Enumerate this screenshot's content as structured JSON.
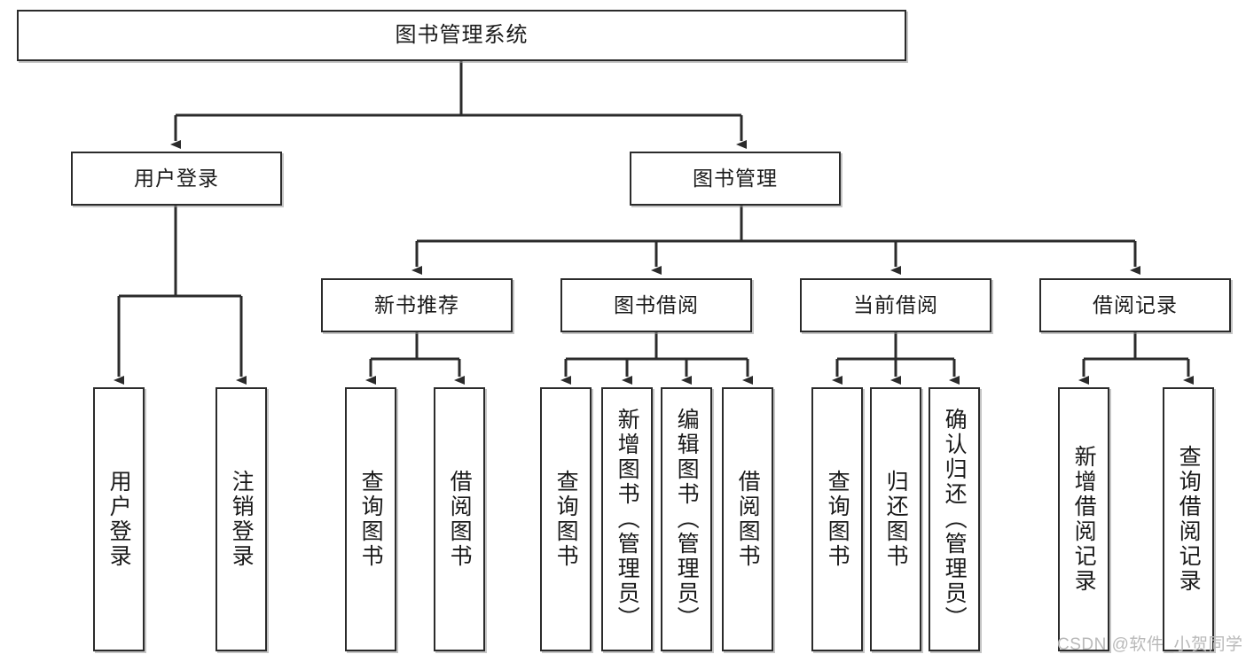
{
  "diagram": {
    "title": "图书管理系统",
    "type": "hierarchy-tree",
    "root": {
      "id": "root",
      "label": "图书管理系统"
    },
    "level1": [
      {
        "id": "user-login",
        "label": "用户登录"
      },
      {
        "id": "book-manage",
        "label": "图书管理"
      }
    ],
    "level2": [
      {
        "id": "new-book-rec",
        "label": "新书推荐",
        "parent": "book-manage"
      },
      {
        "id": "book-borrow",
        "label": "图书借阅",
        "parent": "book-manage"
      },
      {
        "id": "current-borrow",
        "label": "当前借阅",
        "parent": "book-manage"
      },
      {
        "id": "borrow-record",
        "label": "借阅记录",
        "parent": "book-manage"
      }
    ],
    "leaves": [
      {
        "id": "leaf-user-login",
        "label": "用户登录",
        "parent": "user-login"
      },
      {
        "id": "leaf-logout",
        "label": "注销登录",
        "parent": "user-login"
      },
      {
        "id": "leaf-query-book-1",
        "label": "查询图书",
        "parent": "new-book-rec"
      },
      {
        "id": "leaf-borrow-book-1",
        "label": "借阅图书",
        "parent": "new-book-rec"
      },
      {
        "id": "leaf-query-book-2",
        "label": "查询图书",
        "parent": "book-borrow"
      },
      {
        "id": "leaf-add-book",
        "label": "新增图书（管理员）",
        "parent": "book-borrow"
      },
      {
        "id": "leaf-edit-book",
        "label": "编辑图书（管理员）",
        "parent": "book-borrow"
      },
      {
        "id": "leaf-borrow-book-2",
        "label": "借阅图书",
        "parent": "book-borrow"
      },
      {
        "id": "leaf-query-book-3",
        "label": "查询图书",
        "parent": "current-borrow"
      },
      {
        "id": "leaf-return-book",
        "label": "归还图书",
        "parent": "current-borrow"
      },
      {
        "id": "leaf-confirm-return",
        "label": "确认归还（管理员）",
        "parent": "current-borrow"
      },
      {
        "id": "leaf-add-record",
        "label": "新增借阅记录",
        "parent": "borrow-record"
      },
      {
        "id": "leaf-query-record",
        "label": "查询借阅记录",
        "parent": "borrow-record"
      }
    ],
    "colors": {
      "border": "#2b2b2b",
      "box_fill": "#ffffff",
      "edge": "#2b2b2b",
      "background": "#ffffff",
      "watermark": "#b9b9b9"
    }
  },
  "watermark": {
    "text": "CSDN @软件_小贺同学"
  }
}
